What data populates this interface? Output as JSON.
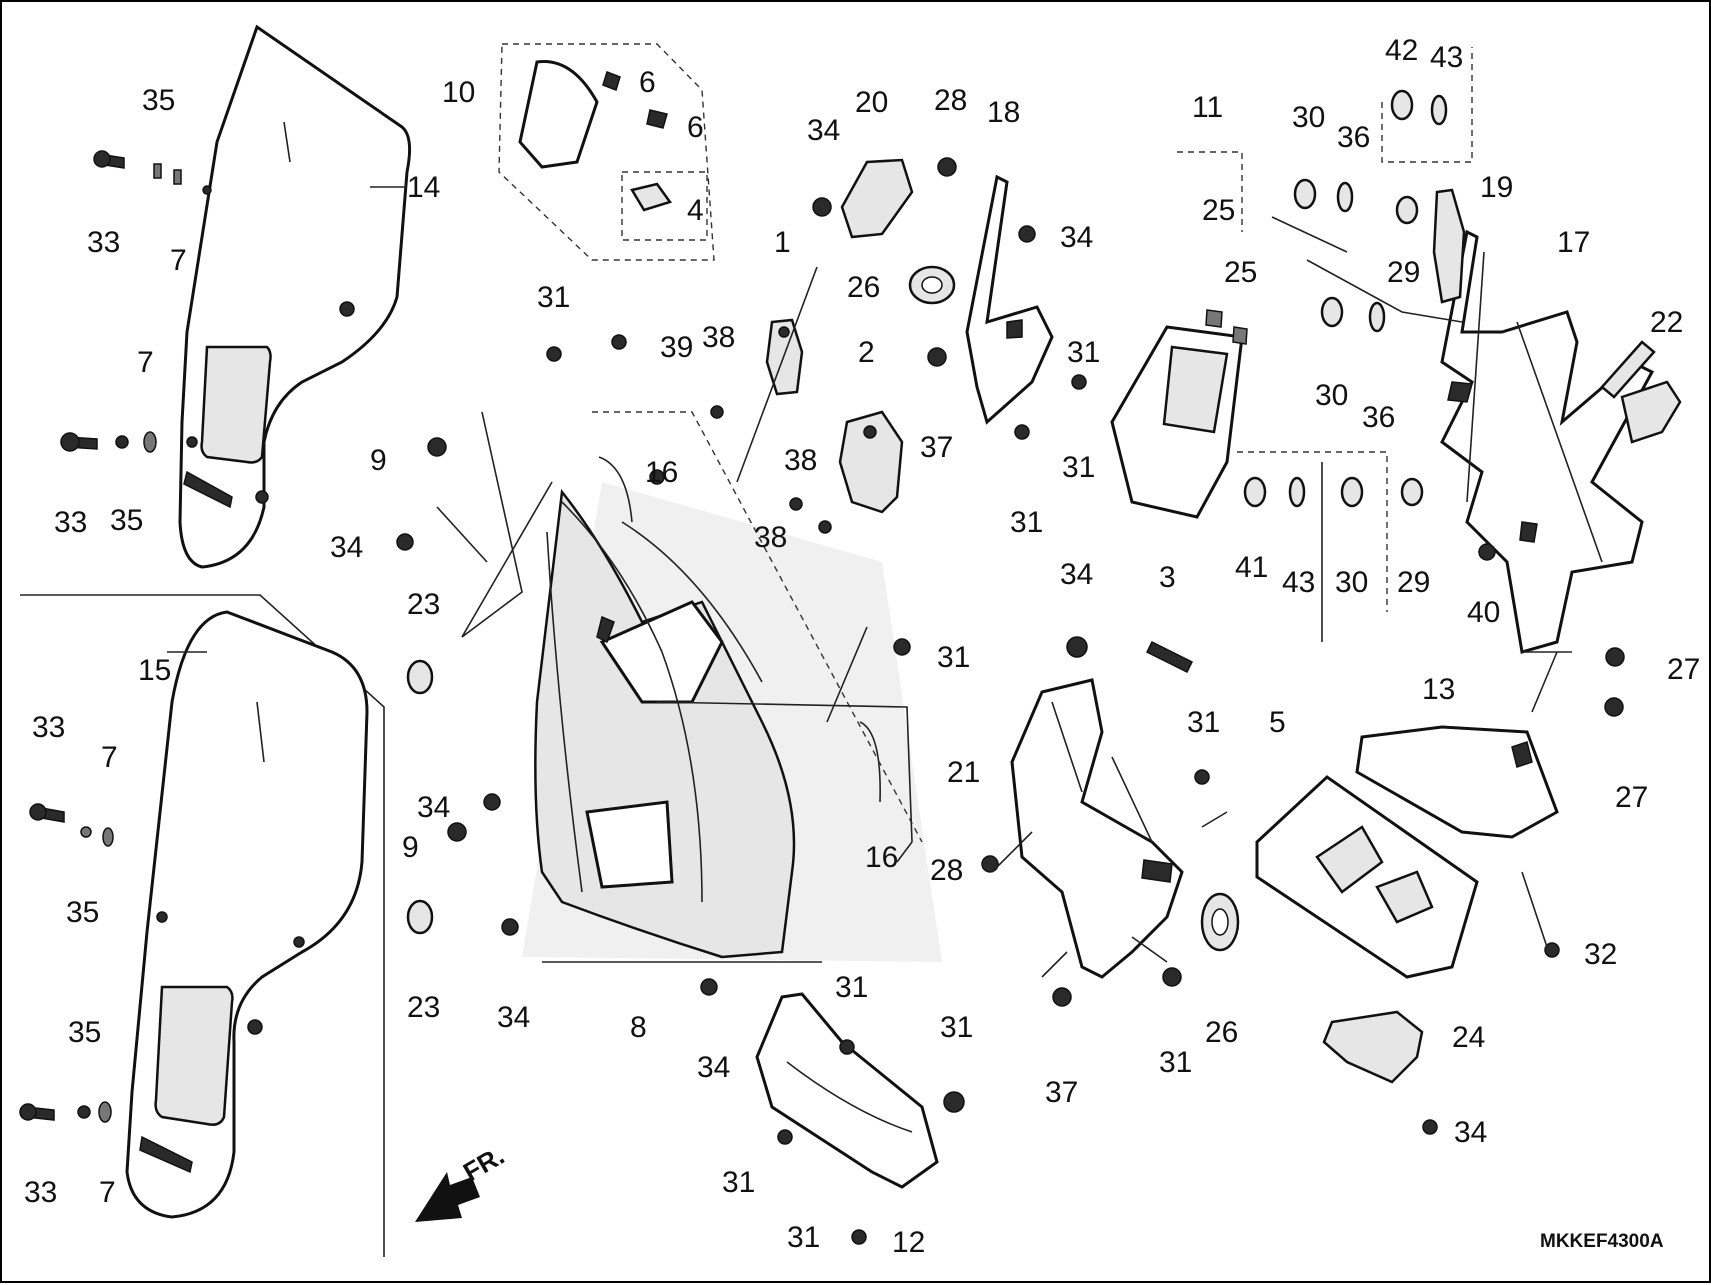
{
  "diagram": {
    "code": "MKKEF4300A",
    "direction_label": "FR.",
    "callouts": [
      {
        "id": "c01",
        "text": "1"
      },
      {
        "id": "c02",
        "text": "2"
      },
      {
        "id": "c03",
        "text": "3"
      },
      {
        "id": "c04",
        "text": "4"
      },
      {
        "id": "c05",
        "text": "5"
      },
      {
        "id": "c06a",
        "text": "6"
      },
      {
        "id": "c06b",
        "text": "6"
      },
      {
        "id": "c07a",
        "text": "7"
      },
      {
        "id": "c07b",
        "text": "7"
      },
      {
        "id": "c07c",
        "text": "7"
      },
      {
        "id": "c07d",
        "text": "7"
      },
      {
        "id": "c08",
        "text": "8"
      },
      {
        "id": "c09a",
        "text": "9"
      },
      {
        "id": "c09b",
        "text": "9"
      },
      {
        "id": "c10",
        "text": "10"
      },
      {
        "id": "c11",
        "text": "11"
      },
      {
        "id": "c12",
        "text": "12"
      },
      {
        "id": "c13",
        "text": "13"
      },
      {
        "id": "c14",
        "text": "14"
      },
      {
        "id": "c15",
        "text": "15"
      },
      {
        "id": "c16a",
        "text": "16"
      },
      {
        "id": "c16b",
        "text": "16"
      },
      {
        "id": "c17",
        "text": "17"
      },
      {
        "id": "c18",
        "text": "18"
      },
      {
        "id": "c19",
        "text": "19"
      },
      {
        "id": "c20",
        "text": "20"
      },
      {
        "id": "c21",
        "text": "21"
      },
      {
        "id": "c22",
        "text": "22"
      },
      {
        "id": "c23a",
        "text": "23"
      },
      {
        "id": "c23b",
        "text": "23"
      },
      {
        "id": "c24",
        "text": "24"
      },
      {
        "id": "c25a",
        "text": "25"
      },
      {
        "id": "c25b",
        "text": "25"
      },
      {
        "id": "c26a",
        "text": "26"
      },
      {
        "id": "c26b",
        "text": "26"
      },
      {
        "id": "c27a",
        "text": "27"
      },
      {
        "id": "c27b",
        "text": "27"
      },
      {
        "id": "c28a",
        "text": "28"
      },
      {
        "id": "c28b",
        "text": "28"
      },
      {
        "id": "c29a",
        "text": "29"
      },
      {
        "id": "c29b",
        "text": "29"
      },
      {
        "id": "c30a",
        "text": "30"
      },
      {
        "id": "c30b",
        "text": "30"
      },
      {
        "id": "c30c",
        "text": "30"
      },
      {
        "id": "c31a",
        "text": "31"
      },
      {
        "id": "c31b",
        "text": "31"
      },
      {
        "id": "c31c",
        "text": "31"
      },
      {
        "id": "c31d",
        "text": "31"
      },
      {
        "id": "c31e",
        "text": "31"
      },
      {
        "id": "c31f",
        "text": "31"
      },
      {
        "id": "c31g",
        "text": "31"
      },
      {
        "id": "c31h",
        "text": "31"
      },
      {
        "id": "c31i",
        "text": "31"
      },
      {
        "id": "c31j",
        "text": "31"
      },
      {
        "id": "c31k",
        "text": "31"
      },
      {
        "id": "c32",
        "text": "32"
      },
      {
        "id": "c33a",
        "text": "33"
      },
      {
        "id": "c33b",
        "text": "33"
      },
      {
        "id": "c33c",
        "text": "33"
      },
      {
        "id": "c33d",
        "text": "33"
      },
      {
        "id": "c34a",
        "text": "34"
      },
      {
        "id": "c34b",
        "text": "34"
      },
      {
        "id": "c34c",
        "text": "34"
      },
      {
        "id": "c34d",
        "text": "34"
      },
      {
        "id": "c34e",
        "text": "34"
      },
      {
        "id": "c34f",
        "text": "34"
      },
      {
        "id": "c34g",
        "text": "34"
      },
      {
        "id": "c34h",
        "text": "34"
      },
      {
        "id": "c35a",
        "text": "35"
      },
      {
        "id": "c35b",
        "text": "35"
      },
      {
        "id": "c35c",
        "text": "35"
      },
      {
        "id": "c35d",
        "text": "35"
      },
      {
        "id": "c36a",
        "text": "36"
      },
      {
        "id": "c36b",
        "text": "36"
      },
      {
        "id": "c37a",
        "text": "37"
      },
      {
        "id": "c37b",
        "text": "37"
      },
      {
        "id": "c38a",
        "text": "38"
      },
      {
        "id": "c38b",
        "text": "38"
      },
      {
        "id": "c38c",
        "text": "38"
      },
      {
        "id": "c39",
        "text": "39"
      },
      {
        "id": "c40",
        "text": "40"
      },
      {
        "id": "c41",
        "text": "41"
      },
      {
        "id": "c42",
        "text": "42"
      },
      {
        "id": "c43a",
        "text": "43"
      },
      {
        "id": "c43b",
        "text": "43"
      }
    ]
  }
}
